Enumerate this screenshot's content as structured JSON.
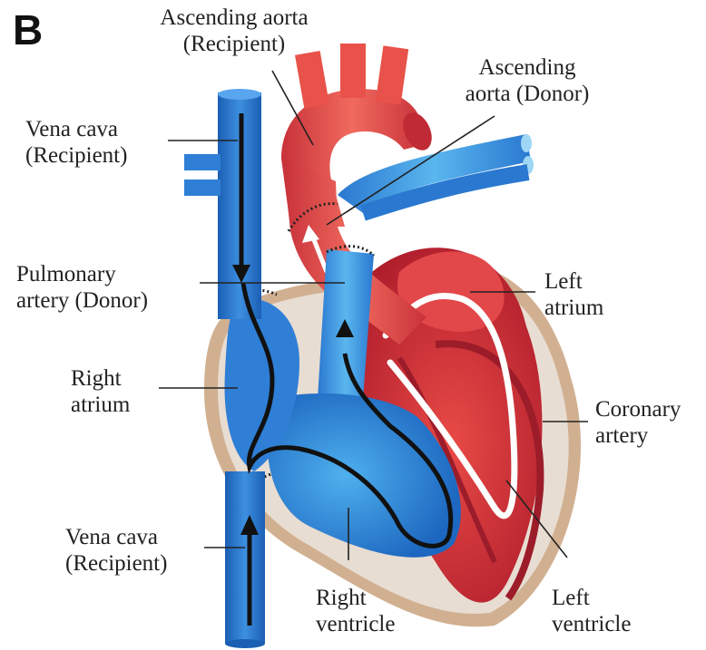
{
  "panel_letter": "B",
  "colors": {
    "vein_blue": "#2f7fd6",
    "vein_dark": "#1b5fb4",
    "light_blue": "#4aa6e8",
    "aorta_red": "#e8524a",
    "heart_red": "#d6343a",
    "dark_red": "#9c1c2a",
    "pericardium": "#c9a27e",
    "flow_arrow": "#111111"
  },
  "labels": {
    "ascending_aorta_recipient": [
      "Ascending aorta",
      "(Recipient)"
    ],
    "ascending_aorta_donor": [
      "Ascending",
      "aorta (Donor)"
    ],
    "vena_cava_recipient_top": [
      "Vena cava",
      "(Recipient)"
    ],
    "pulmonary_artery_donor": [
      "Pulmonary",
      "artery (Donor)"
    ],
    "left_atrium": [
      "Left",
      "atrium"
    ],
    "right_atrium": [
      "Right",
      "atrium"
    ],
    "coronary_artery": [
      "Coronary",
      "artery"
    ],
    "vena_cava_recipient_bottom": [
      "Vena cava",
      "(Recipient)"
    ],
    "right_ventricle": [
      "Right",
      "ventricle"
    ],
    "left_ventricle": [
      "Left",
      "ventricle"
    ]
  }
}
